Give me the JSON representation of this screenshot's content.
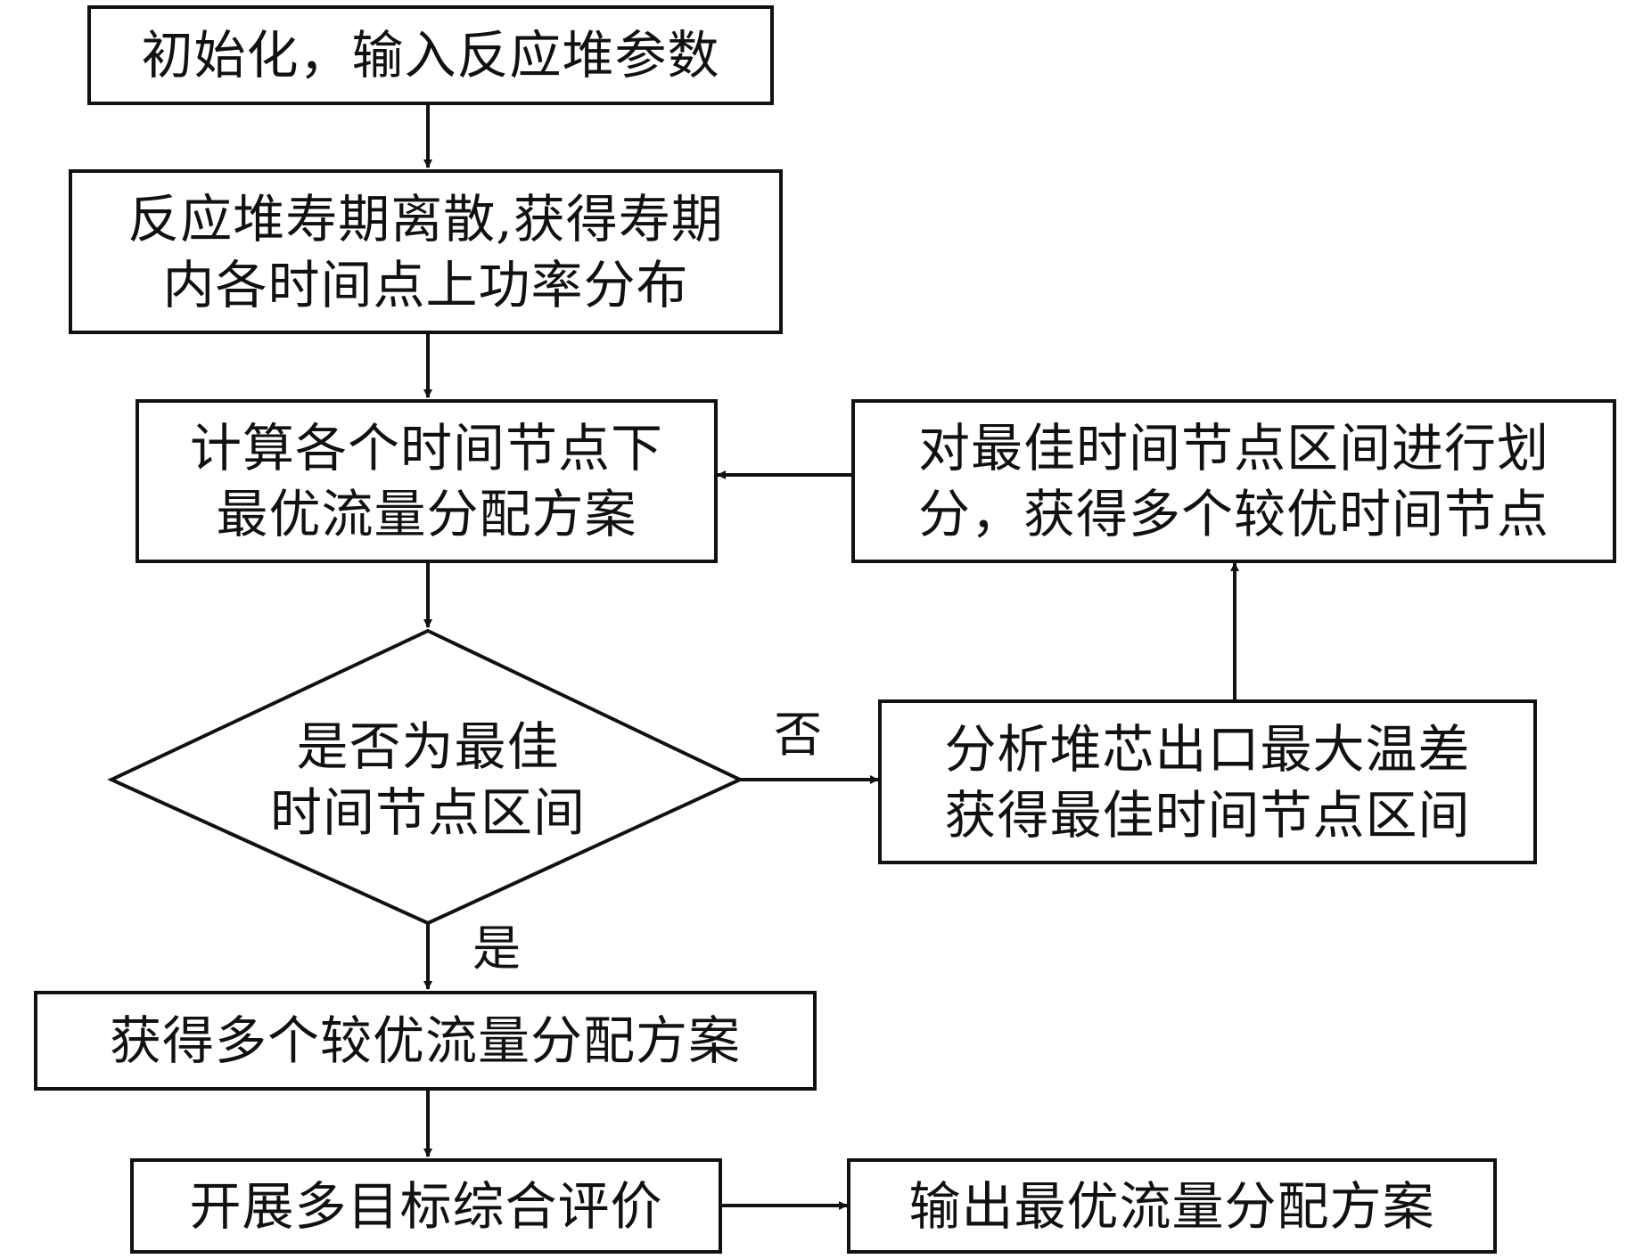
{
  "nodes": {
    "init": [
      "初始化，输入反应堆参数"
    ],
    "discretize": [
      "反应堆寿期离散,获得寿期",
      "内各时间点上功率分布"
    ],
    "compute": [
      "计算各个时间节点下",
      "最优流量分配方案"
    ],
    "decision": [
      "是否为最佳",
      "时间节点区间"
    ],
    "analyze": [
      "分析堆芯出口最大温差",
      "获得最佳时间节点区间"
    ],
    "divide": [
      "对最佳时间节点区间进行划",
      "分，获得多个较优时间节点"
    ],
    "multi": [
      "获得多个较优流量分配方案"
    ],
    "evaluate": [
      "开展多目标综合评价"
    ],
    "output": [
      "输出最优流量分配方案"
    ]
  },
  "edge_labels": {
    "no": "否",
    "yes": "是"
  }
}
